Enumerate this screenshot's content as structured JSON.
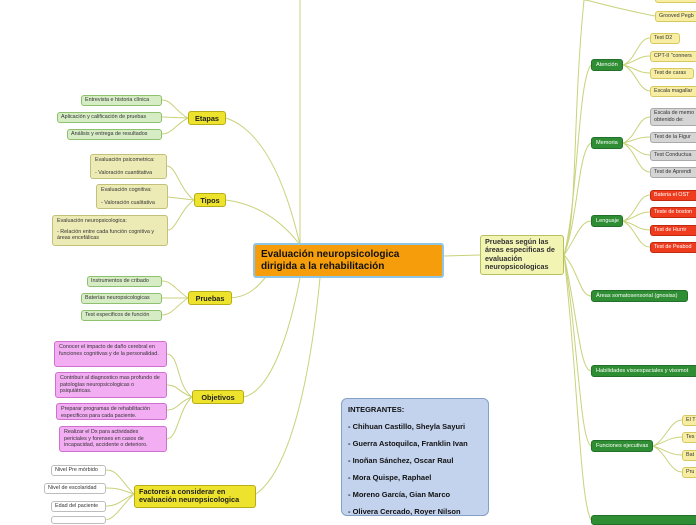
{
  "central": {
    "title": "Evaluación neuropsicologica dirigida a la rehabilitación"
  },
  "left": {
    "etapas": {
      "label": "Etapas",
      "items": [
        "Entrevista e historia clínica",
        "Aplicación y calificación de pruebas",
        "Análisis y entrega de resultados"
      ]
    },
    "tipos": {
      "label": "Tipos",
      "items": [
        [
          "Evaluación psicometrica:",
          "- Valoración cuantitativa"
        ],
        [
          "Evaluación cognitiva:",
          "- Valoración cualitativa"
        ],
        [
          "Evaluación neuropsicologica:",
          "- Relación entre cada función cognitiva y áreas encefálicas"
        ]
      ]
    },
    "pruebas": {
      "label": "Pruebas",
      "items": [
        "Instrumentos de cribado",
        "Baterías neuropsicologicas",
        "Test especificos de función"
      ]
    },
    "objetivos": {
      "label": "Objetivos",
      "items": [
        "Conocer el impacto de daño cerebral en funciones cognitivas y de la personalidad.",
        "Contribuir al diagnostico mas profundo de patologías neuropsicologicas o psiquiátricas.",
        "Preparar programas de rehabilitación especificos para cada paciente.",
        "Realizar el Dx para actividades periciales y forenses en casos de incapacidad, accidente o deterioro."
      ]
    },
    "factores": {
      "label": "Factores a considerar en evaluación neuropsicologica",
      "items": [
        "Nivel Pre mórbido",
        "Nivel de escolaridad",
        "Edad del paciente"
      ]
    }
  },
  "members": {
    "header": "INTEGRANTES:",
    "names": [
      "- Chihuan Castillo, Sheyla Sayuri",
      "- Guerra Astoquilca, Franklin Ivan",
      "- Inoñan Sánchez, Oscar Raul",
      "- Mora Quispe, Raphael",
      "- Moreno García, Gian Marco",
      "- Olivera Cercado, Royer Nilson"
    ]
  },
  "right": {
    "pruebas_areas": {
      "label": "Pruebas según las áreas especificas de evaluación neuropsicologicas"
    },
    "top_leaf": "Grooved Pegb",
    "atencion": {
      "label": "Atención",
      "items": [
        "Test D2",
        "CPT-II \"conners",
        "Test de caras",
        "Escala magallar"
      ]
    },
    "memoria": {
      "label": "Memoria",
      "items": [
        "Escala de memo obtenido de:",
        "Test de la Figur",
        "Test Conductua",
        "Test de Aprendi"
      ]
    },
    "lenguaje": {
      "label": "Lenguaje",
      "items": [
        "Bateria el OST ",
        "Teste de boston",
        "Test de Hurrir",
        "Test de Peabod"
      ]
    },
    "somato": {
      "label": "Áreas somatosensorial (gnosias)"
    },
    "visuo": {
      "label": "Habilidades visoespaciales y visomot"
    },
    "ejecutivas": {
      "label": "Funciones ejecutivas",
      "items": [
        "El T",
        "Tes",
        "Bat",
        "Pru"
      ]
    }
  },
  "colors": {
    "central": "#f59d0a",
    "category": "#ede22c",
    "green_node": "#2f8e33",
    "members_box": "#c3d2ed",
    "link": "#c9d27a"
  }
}
